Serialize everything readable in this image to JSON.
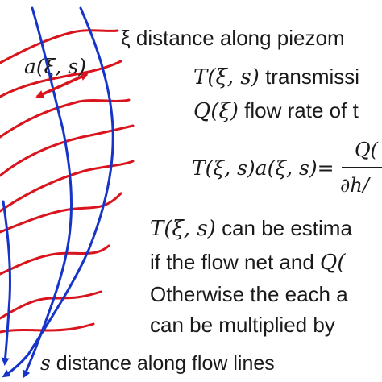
{
  "annotations": {
    "xi_line": {
      "symbol": "ξ",
      "text": "distance along piezom"
    },
    "t_line": {
      "math": "T(ξ, s)",
      "text": "transmissi"
    },
    "q_line": {
      "math": "Q(ξ)",
      "text": "flow rate of t"
    },
    "equation": {
      "lhs": "T(ξ, s)a(ξ, s)=",
      "numerator": "Q(",
      "denominator": "∂h/"
    },
    "est_line1": {
      "math": "T(ξ, s)",
      "text": "can be estima"
    },
    "est_line2": {
      "text": "if the flow net and",
      "math": "Q("
    },
    "est_line3": {
      "text": "Otherwise the each a"
    },
    "est_line4": {
      "text": "can be multiplied by"
    },
    "s_line": {
      "symbol": "s",
      "text": "distance along flow lines"
    },
    "a_label": "a(ξ, s)"
  },
  "colors": {
    "equipotential": "#d9141c",
    "flow_line": "#1634c8",
    "text": "#1a1a1a"
  }
}
